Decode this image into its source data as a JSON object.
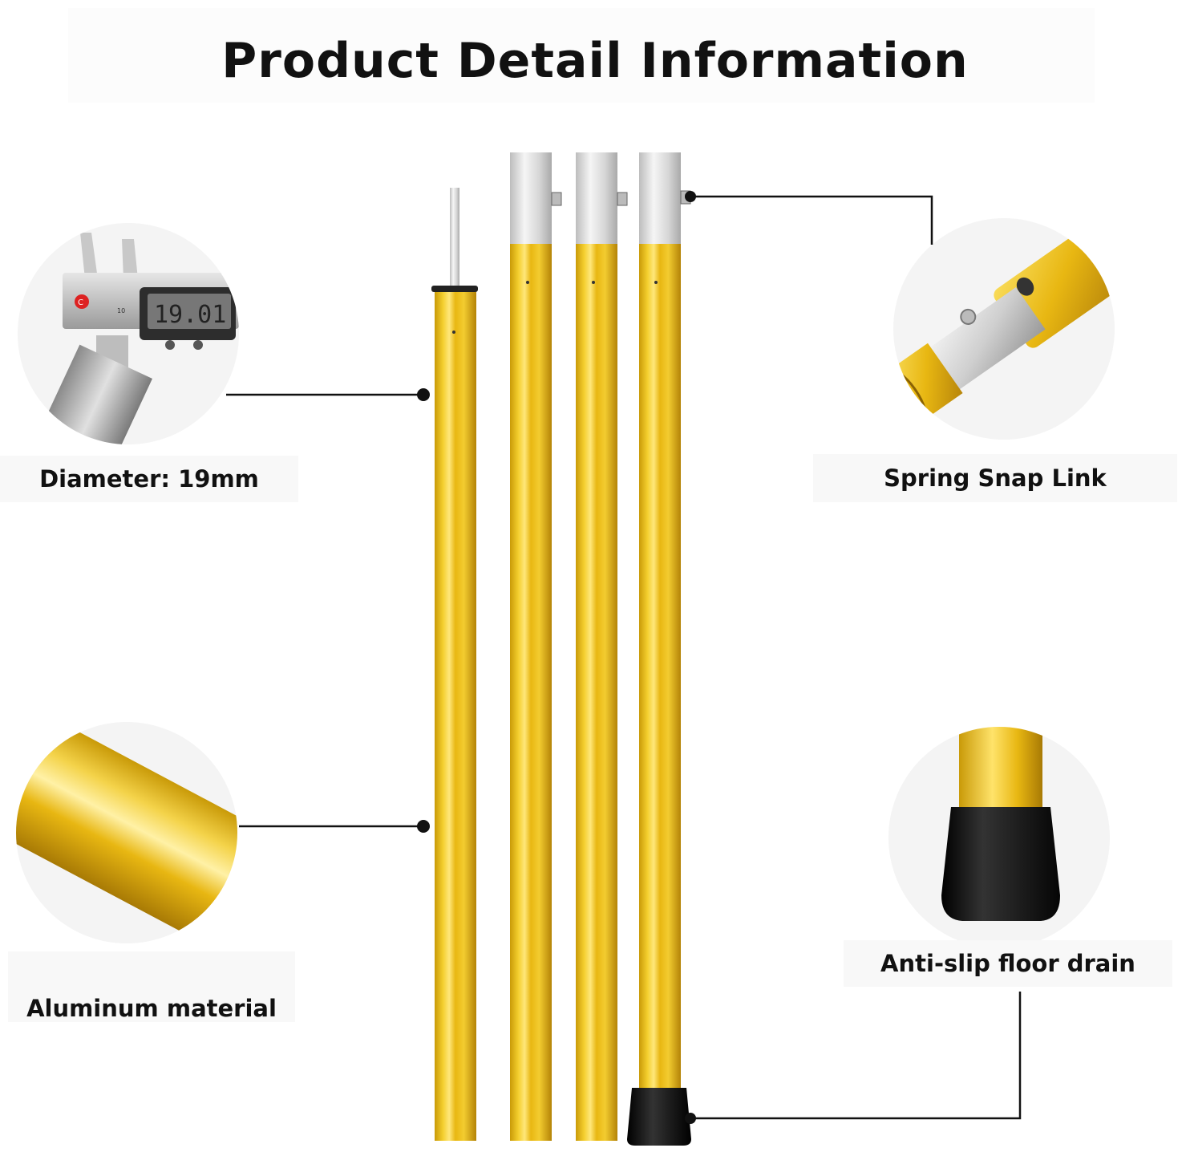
{
  "title": "Product Detail Information",
  "features": {
    "diameter": {
      "label": "Diameter: 19mm",
      "caliper_reading": "19.01",
      "scale_mark": "10"
    },
    "material": {
      "label": "Aluminum material"
    },
    "spring": {
      "label": "Spring Snap Link"
    },
    "foot": {
      "label": "Anti-slip floor drain"
    }
  },
  "colors": {
    "gold": "#e8b712",
    "gold_light": "#f9dc5a",
    "gold_dark": "#b8860b",
    "silver": "#d9d9d9",
    "rubber": "#111111"
  }
}
